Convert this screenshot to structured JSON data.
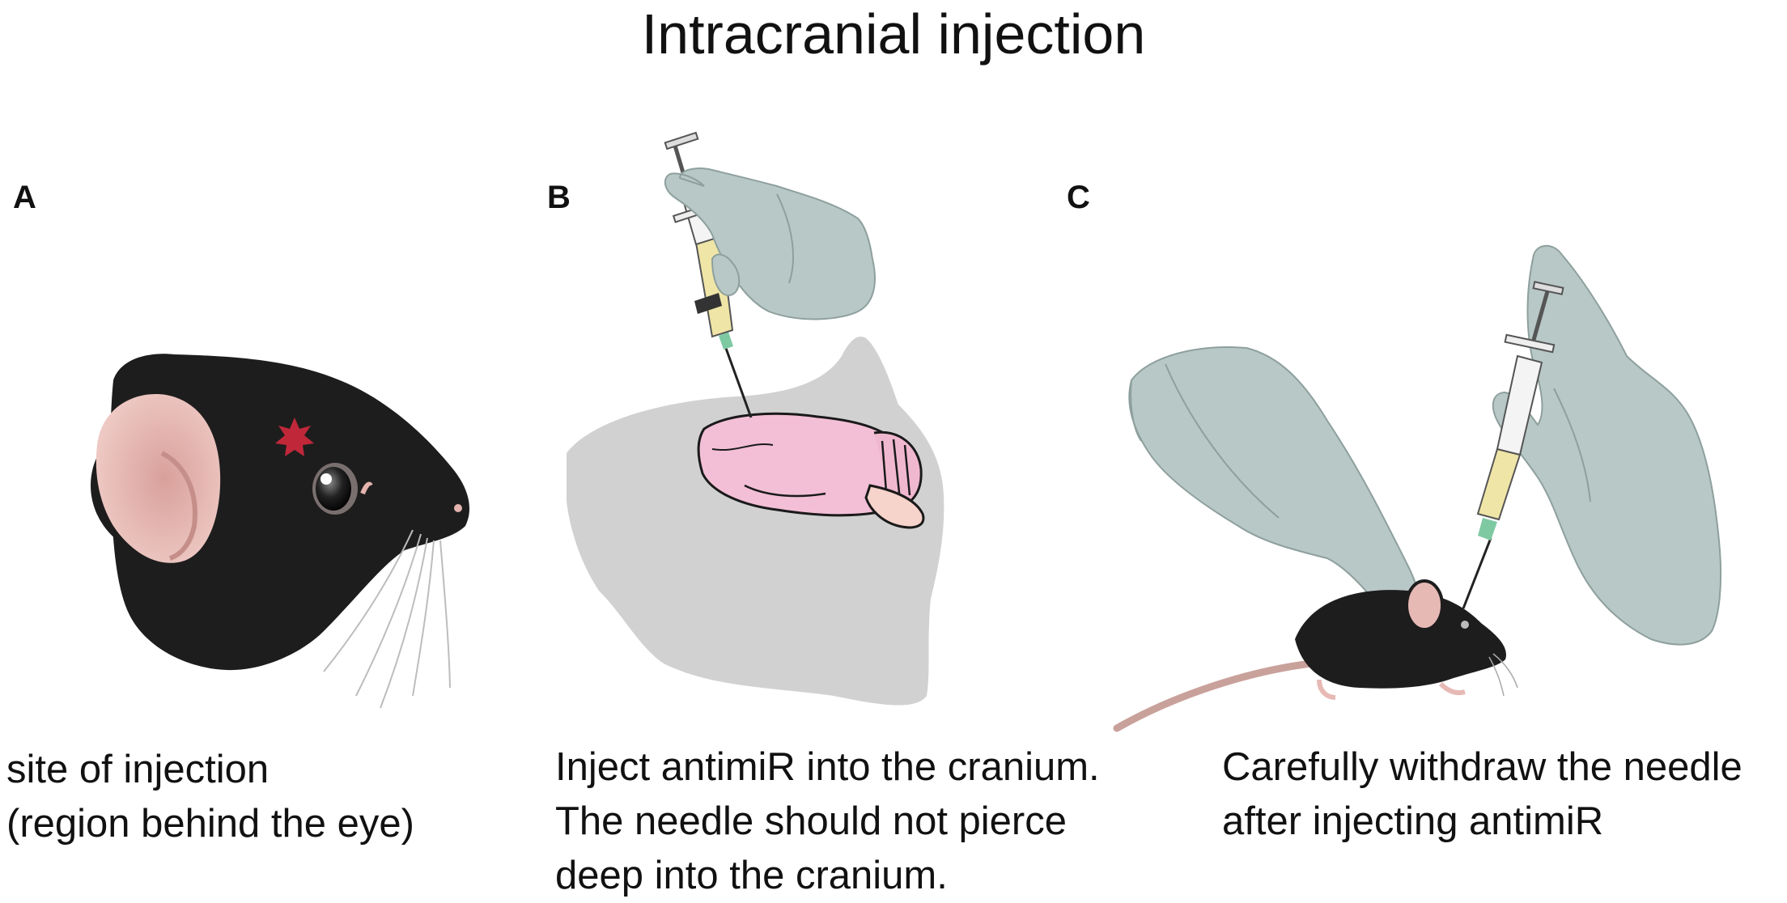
{
  "title": "Intracranial injection",
  "panels": [
    {
      "letter": "A",
      "caption_lines": [
        "site of injection",
        "(region behind the eye)"
      ]
    },
    {
      "letter": "B",
      "caption_lines": [
        "Inject antimiR into the cranium.",
        "The needle should not pierce",
        "deep into the cranium."
      ]
    },
    {
      "letter": "C",
      "caption_lines": [
        "Carefully withdraw the needle",
        "after injecting antimiR"
      ]
    }
  ],
  "colors": {
    "fur": "#1e1d1d",
    "ear_pink": "#e7b9b5",
    "brain_pink": "#f3bfd6",
    "glove": "#b8c8c6",
    "silhouette": "#d1d1d1",
    "injection_mark": "#c0283a",
    "syringe_liquid": "#efe5a6",
    "needle_hub": "#7fc9a2",
    "tail": "#c9a19b"
  }
}
